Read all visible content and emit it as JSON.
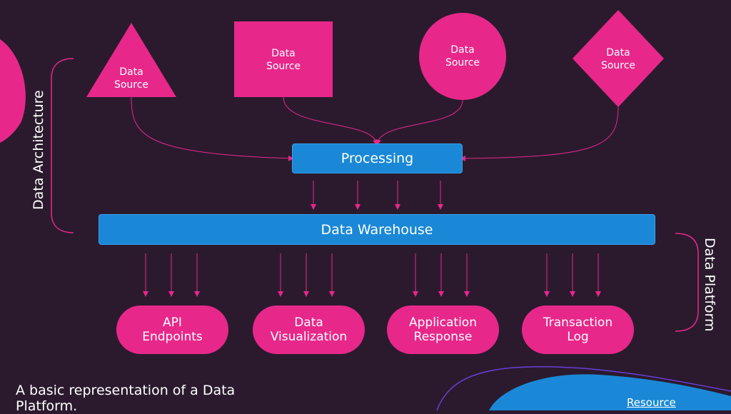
{
  "colors": {
    "background": "#2b1a2e",
    "accent_pink": "#e7288a",
    "accent_blue": "#1a88d6",
    "connector": "#e7288a"
  },
  "sources": [
    {
      "label": "Data\nSource",
      "shape": "triangle"
    },
    {
      "label": "Data\nSource",
      "shape": "square"
    },
    {
      "label": "Data\nSource",
      "shape": "circle"
    },
    {
      "label": "Data\nSource",
      "shape": "diamond"
    }
  ],
  "processing": {
    "label": "Processing"
  },
  "warehouse": {
    "label": "Data Warehouse"
  },
  "outputs": [
    {
      "label": "API\nEndpoints"
    },
    {
      "label": "Data\nVisualization"
    },
    {
      "label": "Application\nResponse"
    },
    {
      "label": "Transaction\nLog"
    }
  ],
  "brackets": {
    "left_label": "Data Architecture",
    "right_label": "Data Platform"
  },
  "caption": "A basic representation of a Data Platform.",
  "resource_link": "Resource"
}
